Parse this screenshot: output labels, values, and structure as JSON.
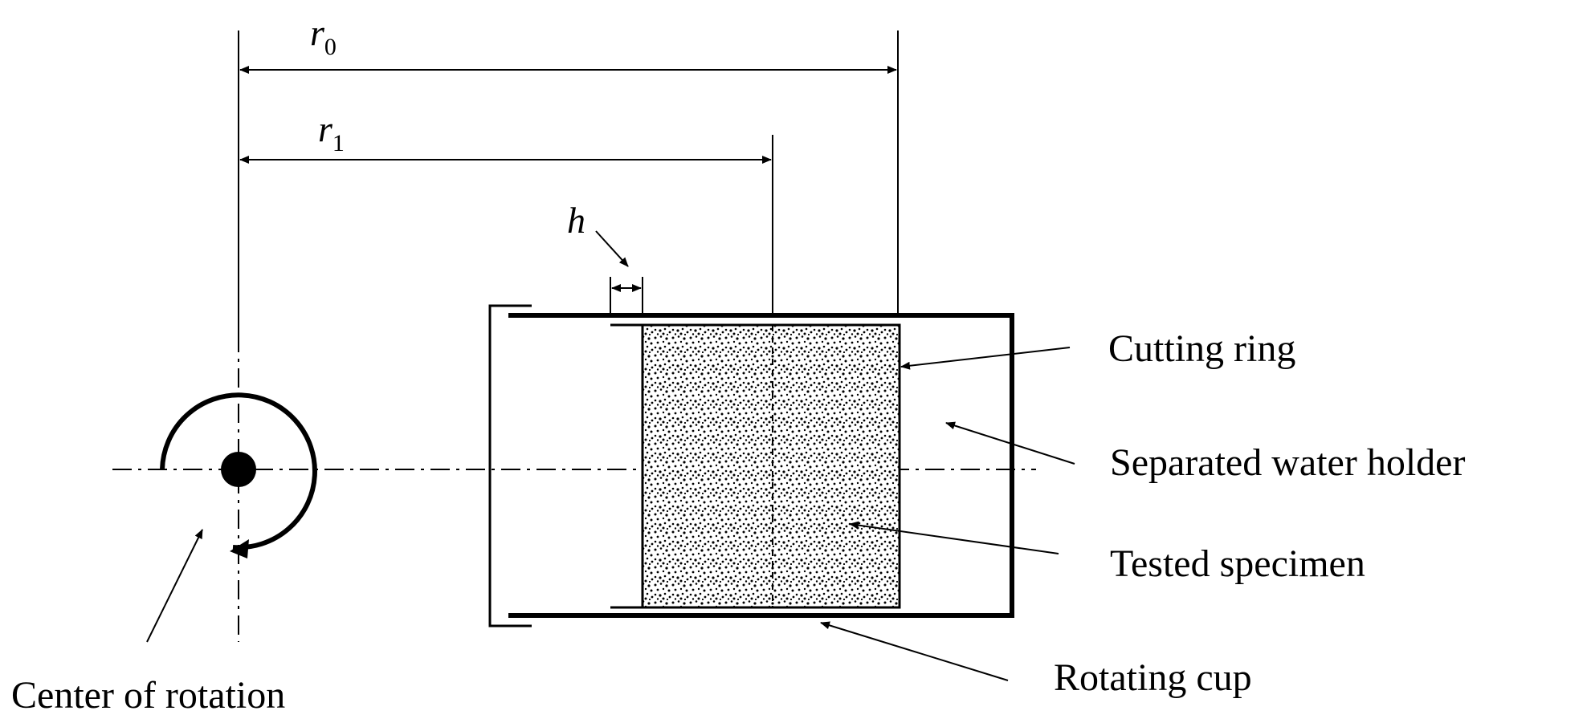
{
  "symbols": {
    "r0": {
      "main": "r",
      "sub": "0"
    },
    "r1": {
      "main": "r",
      "sub": "1"
    },
    "h": "h"
  },
  "labels": {
    "cutting_ring": "Cutting ring",
    "separated_water_holder": "Separated water holder",
    "tested_specimen": "Tested specimen",
    "rotating_cup": "Rotating cup",
    "center_of_rotation": "Center of rotation"
  },
  "colors": {
    "ink": "#000000",
    "background": "#ffffff"
  }
}
